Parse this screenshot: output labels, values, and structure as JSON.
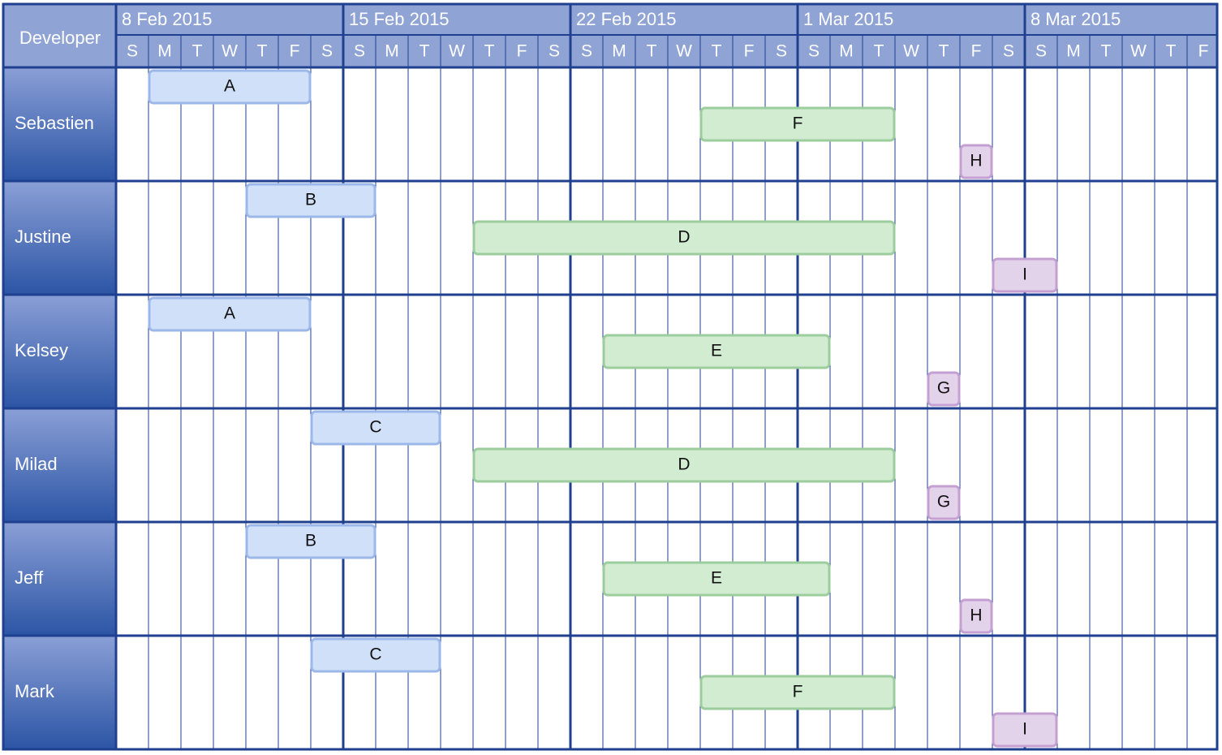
{
  "corner_label": "Developer",
  "months": [
    "8 Feb 2015",
    "15 Feb 2015",
    "22 Feb 2015",
    "1 Mar 2015",
    "8 Mar 2015"
  ],
  "day_letters": [
    "S",
    "M",
    "T",
    "W",
    "T",
    "F",
    "S",
    "S",
    "M",
    "T",
    "W",
    "T",
    "F",
    "S",
    "S",
    "M",
    "T",
    "W",
    "T",
    "F",
    "S",
    "S",
    "M",
    "T",
    "W",
    "T",
    "F",
    "S",
    "S",
    "M",
    "T",
    "W",
    "T",
    "F"
  ],
  "colors": {
    "header_blue": "#8fa3d4",
    "row_header_top": "#8a9fd6",
    "row_header_bottom": "#2c55a5",
    "grid_line": "#1f3f8f",
    "blue_fill": "#d0e0f8",
    "blue_stroke": "#9cb8ea",
    "green_fill": "#d2ecd2",
    "green_stroke": "#9ccd9c",
    "purple_fill": "#e3d3ea",
    "purple_stroke": "#c4a0d2"
  },
  "developers": [
    "Sebastien",
    "Justine",
    "Kelsey",
    "Milad",
    "Jeff",
    "Mark"
  ],
  "chart_data": {
    "type": "gantt",
    "start_date": "2015-02-08",
    "rows": [
      {
        "developer": "Sebastien",
        "tasks": [
          {
            "label": "A",
            "start": "2015-02-09",
            "end": "2015-02-14",
            "color": "blue"
          },
          {
            "label": "F",
            "start": "2015-02-26",
            "end": "2015-03-04",
            "color": "green"
          },
          {
            "label": "H",
            "start": "2015-03-06",
            "end": "2015-03-07",
            "color": "purple"
          }
        ]
      },
      {
        "developer": "Justine",
        "tasks": [
          {
            "label": "B",
            "start": "2015-02-12",
            "end": "2015-02-16",
            "color": "blue"
          },
          {
            "label": "D",
            "start": "2015-02-19",
            "end": "2015-03-04",
            "color": "green"
          },
          {
            "label": "I",
            "start": "2015-03-07",
            "end": "2015-03-09",
            "color": "purple"
          }
        ]
      },
      {
        "developer": "Kelsey",
        "tasks": [
          {
            "label": "A",
            "start": "2015-02-09",
            "end": "2015-02-14",
            "color": "blue"
          },
          {
            "label": "E",
            "start": "2015-02-23",
            "end": "2015-03-02",
            "color": "green"
          },
          {
            "label": "G",
            "start": "2015-03-05",
            "end": "2015-03-06",
            "color": "purple"
          }
        ]
      },
      {
        "developer": "Milad",
        "tasks": [
          {
            "label": "C",
            "start": "2015-02-14",
            "end": "2015-02-18",
            "color": "blue"
          },
          {
            "label": "D",
            "start": "2015-02-19",
            "end": "2015-03-04",
            "color": "green"
          },
          {
            "label": "G",
            "start": "2015-03-05",
            "end": "2015-03-06",
            "color": "purple"
          }
        ]
      },
      {
        "developer": "Jeff",
        "tasks": [
          {
            "label": "B",
            "start": "2015-02-12",
            "end": "2015-02-16",
            "color": "blue"
          },
          {
            "label": "E",
            "start": "2015-02-23",
            "end": "2015-03-02",
            "color": "green"
          },
          {
            "label": "H",
            "start": "2015-03-06",
            "end": "2015-03-07",
            "color": "purple"
          }
        ]
      },
      {
        "developer": "Mark",
        "tasks": [
          {
            "label": "C",
            "start": "2015-02-14",
            "end": "2015-02-18",
            "color": "blue"
          },
          {
            "label": "F",
            "start": "2015-02-26",
            "end": "2015-03-04",
            "color": "green"
          },
          {
            "label": "I",
            "start": "2015-03-07",
            "end": "2015-03-09",
            "color": "purple"
          }
        ]
      }
    ]
  }
}
